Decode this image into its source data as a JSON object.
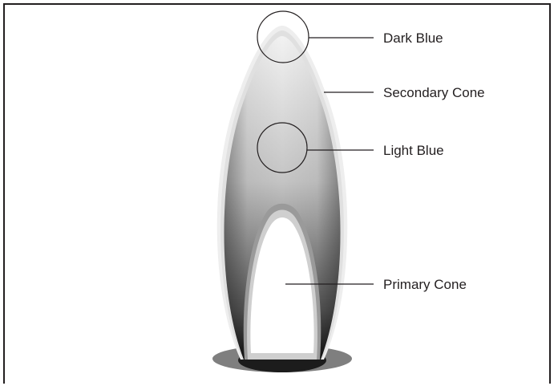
{
  "labels": {
    "dark_blue": "Dark Blue",
    "secondary_cone": "Secondary Cone",
    "light_blue": "Light Blue",
    "primary_cone": "Primary Cone"
  },
  "colors": {
    "frame": "#231f20",
    "outer_glow_light": "#e8e8e8",
    "outer_glow_dark": "#1a1a1a",
    "base_ellipse": "#808080",
    "base_dark": "#1a1a1a",
    "inner_cone": "#ffffff"
  }
}
